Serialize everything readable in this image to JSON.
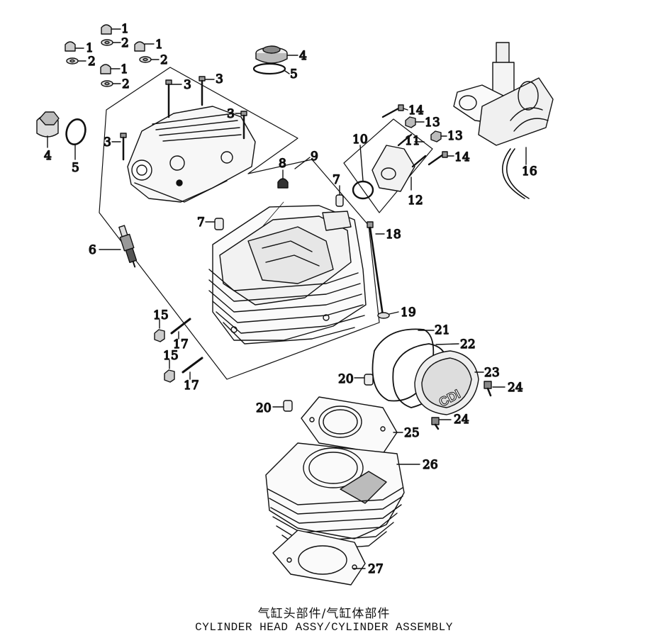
{
  "parts": [
    {
      "id": "part-1",
      "label": "1"
    },
    {
      "id": "part-2",
      "label": "2"
    },
    {
      "id": "part-3",
      "label": "3"
    },
    {
      "id": "part-4",
      "label": "4"
    },
    {
      "id": "part-5",
      "label": "5"
    },
    {
      "id": "part-6",
      "label": "6"
    },
    {
      "id": "part-7",
      "label": "7"
    },
    {
      "id": "part-8",
      "label": "8"
    },
    {
      "id": "part-9",
      "label": "9"
    },
    {
      "id": "part-10",
      "label": "10"
    },
    {
      "id": "part-11",
      "label": "11"
    },
    {
      "id": "part-12",
      "label": "12"
    },
    {
      "id": "part-13",
      "label": "13"
    },
    {
      "id": "part-14",
      "label": "14"
    },
    {
      "id": "part-15",
      "label": "15"
    },
    {
      "id": "part-16",
      "label": "16"
    },
    {
      "id": "part-17",
      "label": "17"
    },
    {
      "id": "part-18",
      "label": "18"
    },
    {
      "id": "part-19",
      "label": "19"
    },
    {
      "id": "part-20",
      "label": "20"
    },
    {
      "id": "part-21",
      "label": "21"
    },
    {
      "id": "part-22",
      "label": "22"
    },
    {
      "id": "part-23",
      "label": "23"
    },
    {
      "id": "part-24",
      "label": "24"
    },
    {
      "id": "part-25",
      "label": "25"
    },
    {
      "id": "part-26",
      "label": "26"
    },
    {
      "id": "part-27",
      "label": "27"
    }
  ],
  "cover_badge": "CDI",
  "caption": {
    "chinese": "气缸头部件/气缸体部件",
    "english": "CYLINDER HEAD ASSY/CYLINDER ASSEMBLY"
  },
  "colors": {
    "ink": "#111111",
    "paper": "#ffffff",
    "shade": "#cfcfcf",
    "dark": "#555555"
  }
}
